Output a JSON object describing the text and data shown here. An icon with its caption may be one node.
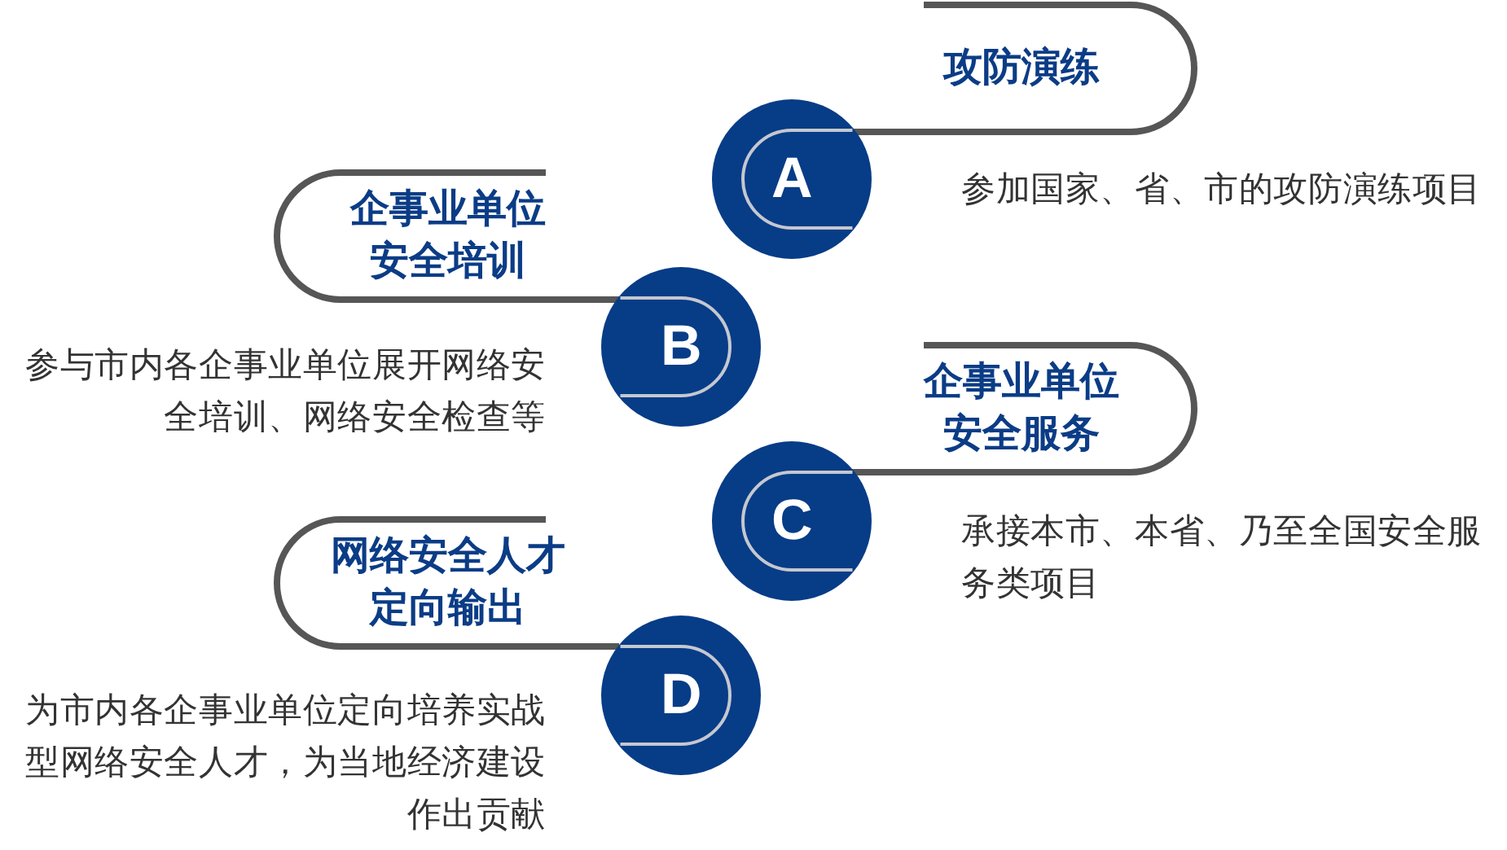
{
  "diagram": {
    "nodes": [
      {
        "text": [
          "攻防演练"
        ],
        "beside": [
          "参加国家、省、市的攻防演练项目"
        ]
      },
      {
        "text": [
          "A"
        ]
      },
      {
        "text": [
          "企事业单位安全培训"
        ],
        "beside": [
          "参与市内各企事业单位展开网络安全培训、网络安全检查等"
        ]
      },
      {
        "text": [
          "B"
        ]
      },
      {
        "text": [
          "企事业单位安全服务"
        ],
        "beside": [
          "承接本市、本省、乃至全国安全服务类项目"
        ]
      },
      {
        "text": [
          "C"
        ]
      },
      {
        "text": [
          "网络安全人才定向输出"
        ],
        "beside": [
          "为市内各企事业单位定向培养实战型网络安全人才，为当地经济建设作出贡献"
        ]
      },
      {
        "text": [
          "D"
        ]
      }
    ]
  }
}
